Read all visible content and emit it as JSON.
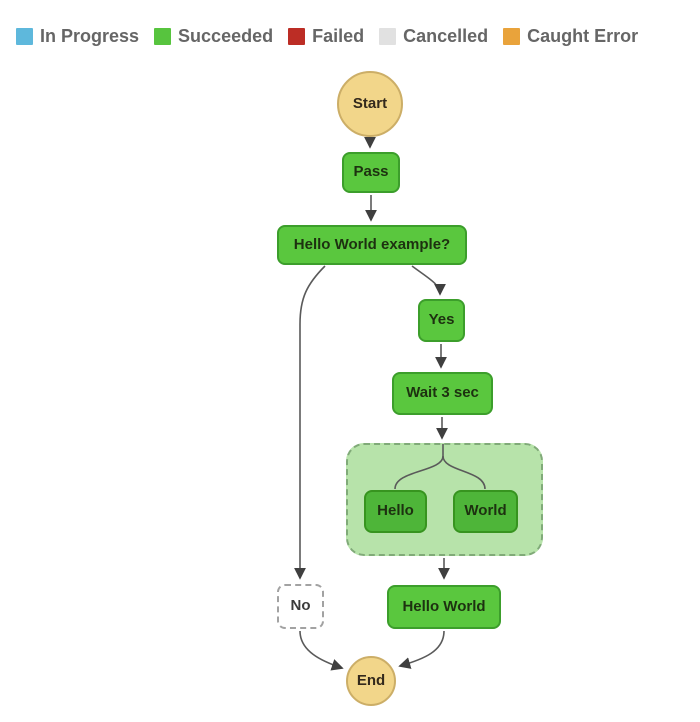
{
  "legend": {
    "items": [
      {
        "label": "In Progress",
        "color": "#5eb8dc"
      },
      {
        "label": "Succeeded",
        "color": "#57c43e"
      },
      {
        "label": "Failed",
        "color": "#bc2d25"
      },
      {
        "label": "Cancelled",
        "color": "#e1e1e1"
      },
      {
        "label": "Caught Error",
        "color": "#e9a33b"
      }
    ]
  },
  "diagram": {
    "nodes": {
      "start": {
        "label": "Start",
        "type": "terminal"
      },
      "pass": {
        "label": "Pass",
        "type": "pass-state",
        "status": "succeeded"
      },
      "choice": {
        "label": "Hello World example?",
        "type": "choice-state",
        "status": "succeeded"
      },
      "yes": {
        "label": "Yes",
        "type": "choice-branch",
        "status": "succeeded"
      },
      "wait": {
        "label": "Wait 3 sec",
        "type": "wait-state",
        "status": "succeeded"
      },
      "parallel": {
        "label": "",
        "type": "parallel-container",
        "status": "succeeded"
      },
      "hello": {
        "label": "Hello",
        "type": "task-state",
        "status": "succeeded"
      },
      "world": {
        "label": "World",
        "type": "task-state",
        "status": "succeeded"
      },
      "hello_world": {
        "label": "Hello World",
        "type": "pass-state",
        "status": "succeeded"
      },
      "no": {
        "label": "No",
        "type": "choice-branch",
        "status": "not-executed"
      },
      "end": {
        "label": "End",
        "type": "terminal"
      }
    },
    "edges": [
      {
        "from": "Start",
        "to": "Pass"
      },
      {
        "from": "Pass",
        "to": "Hello World example?"
      },
      {
        "from": "Hello World example?",
        "to": "No"
      },
      {
        "from": "Hello World example?",
        "to": "Yes"
      },
      {
        "from": "Yes",
        "to": "Wait 3 sec"
      },
      {
        "from": "Wait 3 sec",
        "to": "Parallel"
      },
      {
        "from": "Parallel",
        "to": "Hello"
      },
      {
        "from": "Parallel",
        "to": "World"
      },
      {
        "from": "Parallel",
        "to": "Hello World"
      },
      {
        "from": "Hello World",
        "to": "End"
      },
      {
        "from": "No",
        "to": "End"
      }
    ],
    "colors": {
      "succeeded_fill": "#5ac73e",
      "succeeded_border": "#3c9e2b",
      "nested_fill": "#4eb539",
      "container_fill": "#b7e3aa",
      "container_border": "#80aa78",
      "terminal_fill": "#f2d68a",
      "terminal_border": "#ccae67",
      "not_executed_border": "#a2a2a2",
      "edge_stroke": "#5a5a5a"
    }
  }
}
